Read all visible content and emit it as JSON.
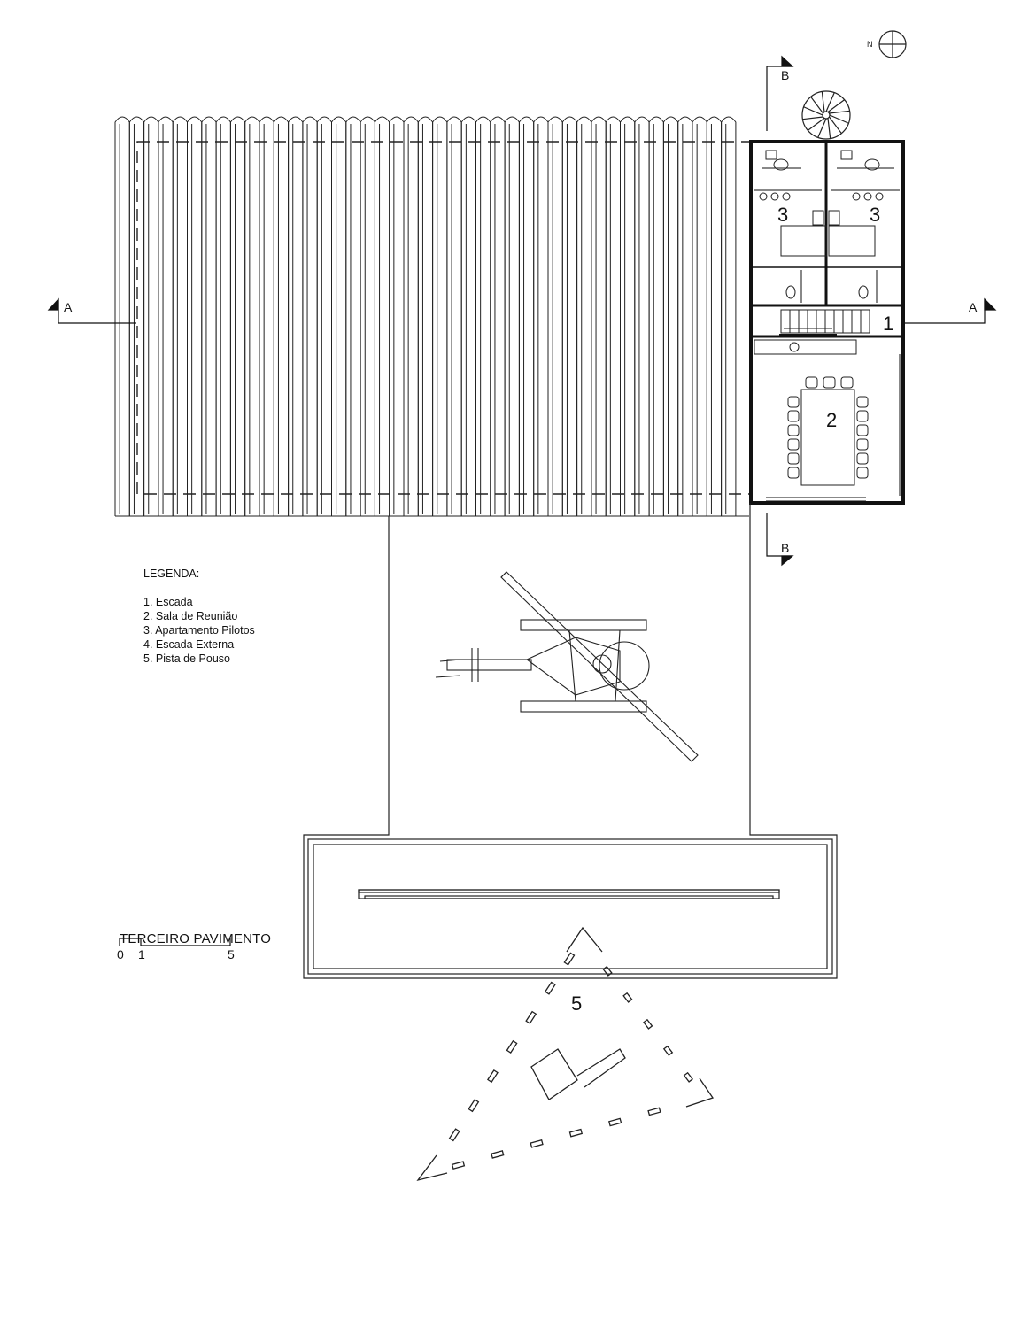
{
  "drawing": {
    "north_label": "N",
    "section_a": "A",
    "section_b": "B",
    "rooms": {
      "stair": "1",
      "meeting_room": "2",
      "pilot_apartment": "3",
      "helipad": "5"
    }
  },
  "legend": {
    "title": "LEGENDA:",
    "items": [
      "1. Escada",
      "2. Sala de Reunião",
      "3. Apartamento Pilotos",
      "4. Escada Externa",
      "5. Pista de Pouso"
    ]
  },
  "floor_title": "TERCEIRO PAVIMENTO",
  "scale_bar": {
    "labels": [
      "0",
      "1",
      "5"
    ]
  }
}
